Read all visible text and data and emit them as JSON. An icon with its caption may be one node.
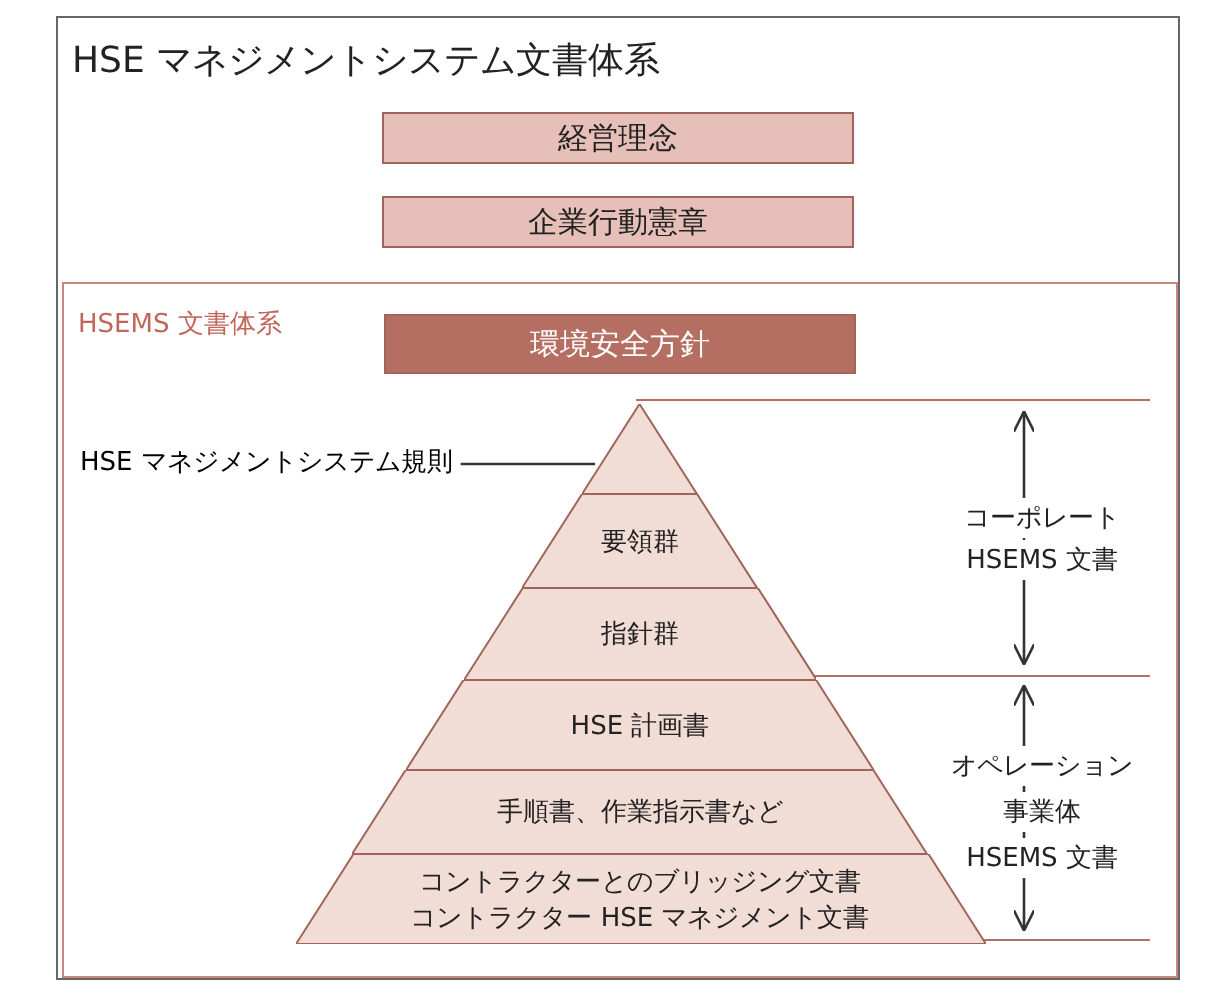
{
  "diagram": {
    "nodes": [
      {
        "text": [
          "HSE マネジメントシステム文書体系"
        ]
      },
      {
        "text": [
          "経営理念"
        ],
        "in": 0
      },
      {
        "text": [
          "企業行動憲章"
        ],
        "in": 0
      },
      {
        "text": [
          "HSEMS 文書体系"
        ],
        "in": 0
      },
      {
        "text": [
          "環境安全方針"
        ],
        "in": 3
      },
      {
        "text": [
          "HSE マネジメントシステム規則"
        ],
        "in": 3
      },
      {
        "text": [],
        "shape": "triangle",
        "in": 3
      },
      {
        "text": [
          "要領群"
        ],
        "in": 3
      },
      {
        "text": [
          "指針群"
        ],
        "in": 3
      },
      {
        "text": [
          "HSE 計画書"
        ],
        "in": 3
      },
      {
        "text": [
          "手順書、作業指示書など"
        ],
        "in": 3
      },
      {
        "text": [
          "コントラクターとのブリッジング文書",
          "コントラクター HSE マネジメント文書"
        ],
        "in": 3
      }
    ],
    "edges": [
      {
        "from": 5,
        "to": 6,
        "arrow": "none"
      }
    ],
    "labels": [
      "コーポレート",
      "HSEMS 文書",
      "オペレーション",
      "事業体",
      "HSEMS 文書"
    ]
  }
}
